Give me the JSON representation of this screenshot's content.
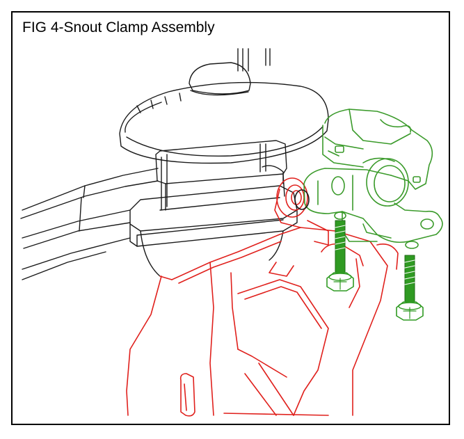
{
  "figure": {
    "caption": "FIG 4-Snout Clamp Assembly"
  },
  "colors": {
    "border": "#000000",
    "base_outline": "#1a1a1a",
    "bracket": "#e0201c",
    "clamp": "#3a9a2a",
    "bolt_fill": "#2f9a22"
  },
  "parts": [
    {
      "name": "snout-housing",
      "color": "black"
    },
    {
      "name": "mount-bracket",
      "color": "red"
    },
    {
      "name": "snout-clamp",
      "color": "green"
    },
    {
      "name": "clamp-bolt",
      "count": 2,
      "color": "green"
    }
  ]
}
